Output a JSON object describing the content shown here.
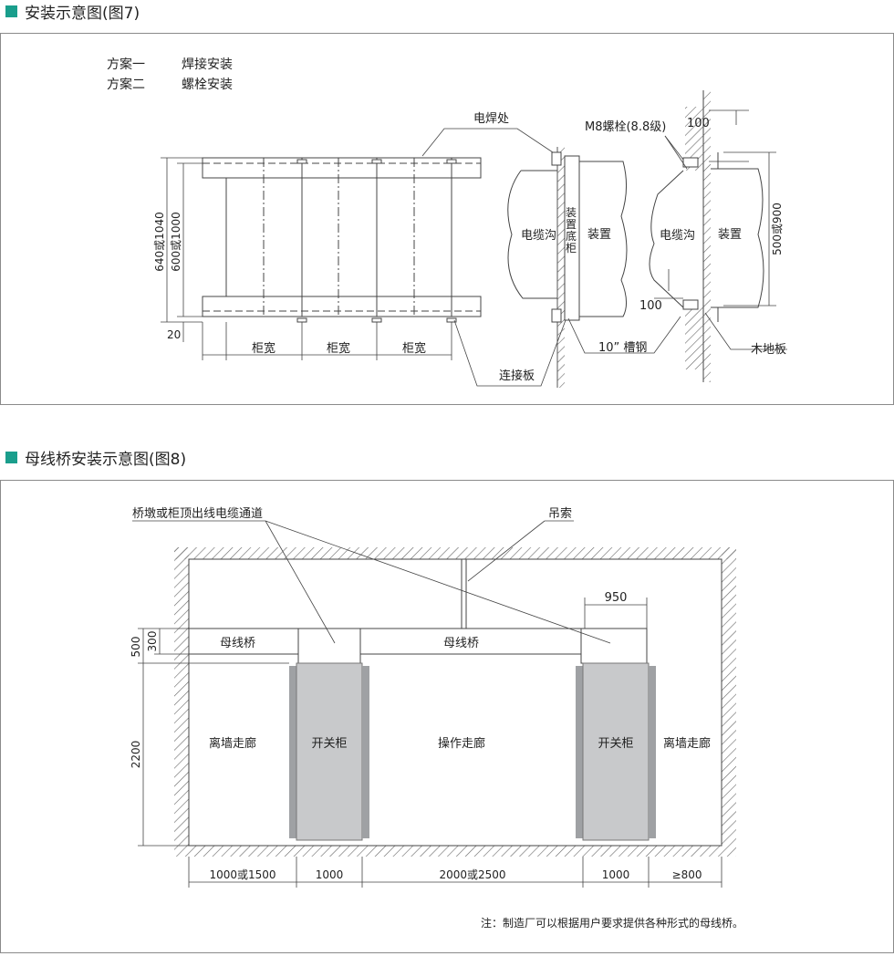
{
  "fig7": {
    "title": "安装示意图(图7)",
    "scheme1_label": "方案一",
    "scheme1_value": "焊接安装",
    "scheme2_label": "方案二",
    "scheme2_value": "螺栓安装",
    "weld_point": "电焊处",
    "dim_640": "640或1040",
    "dim_600": "600或1000",
    "dim_20": "20",
    "cabinet_width": "柜宽",
    "connecting_plate": "连接板",
    "cable_trench": "电缆沟",
    "base_cabinet": "装置底柜",
    "device": "装置",
    "channel_steel": "10” 槽钢",
    "bolt_m8": "M8螺栓(8.8级)",
    "dim_100_top": "100",
    "dim_100_bottom": "100",
    "dim_500": "500或900",
    "wood_floor": "木地板"
  },
  "fig8": {
    "title": "母线桥安装示意图(图8)",
    "channel_label": "桥墩或柜顶出线电缆通道",
    "sling": "吊索",
    "busbar_bridge": "母线桥",
    "switch_cabinet": "开关柜",
    "wall_corridor": "离墙走廊",
    "operation_corridor": "操作走廊",
    "dim_950": "950",
    "dim_500": "500",
    "dim_300": "300",
    "dim_2200": "2200",
    "dim_bottom": [
      "1000或1500",
      "1000",
      "2000或2500",
      "1000",
      "≥800"
    ],
    "note": "注：制造厂可以根据用户要求提供各种形式的母线桥。"
  },
  "colors": {
    "accent": "#1a9e8c",
    "cabinet_fill": "#c8c9cb",
    "hatch": "#666666"
  }
}
